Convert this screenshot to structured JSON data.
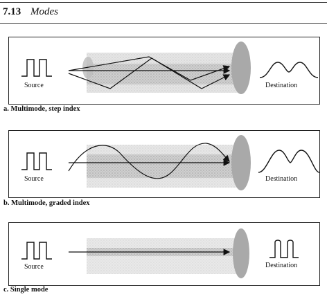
{
  "header": {
    "section_number": "7.13",
    "section_title": "Modes"
  },
  "panels": [
    {
      "caption": "a. Multimode, step index",
      "source_label": "Source",
      "destination_label": "Destination"
    },
    {
      "caption": "b. Multimode, graded index",
      "source_label": "Source",
      "destination_label": "Destination"
    },
    {
      "caption": "c. Single mode",
      "source_label": "Source",
      "destination_label": "Destination"
    }
  ]
}
